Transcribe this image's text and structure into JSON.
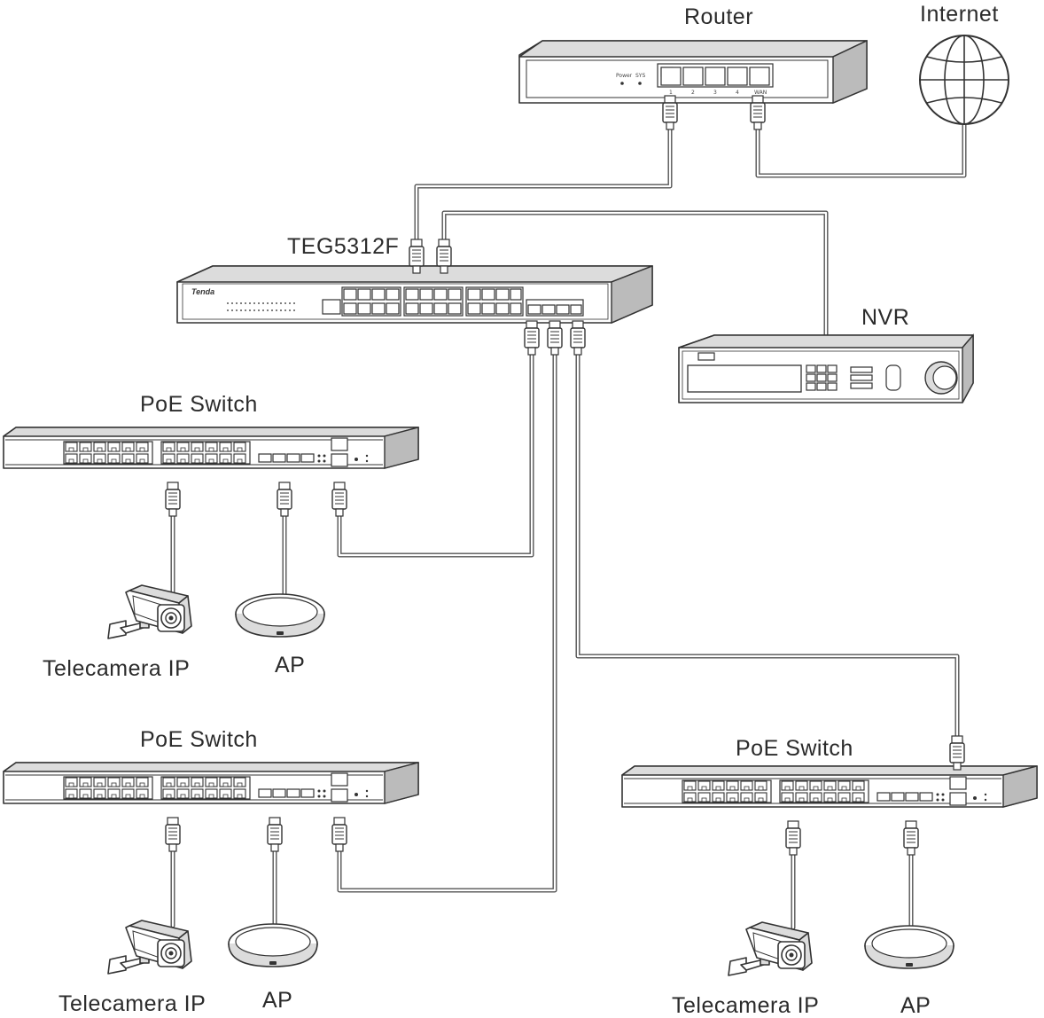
{
  "labels": {
    "router": "Router",
    "internet": "Internet",
    "core_switch": "TEG5312F",
    "nvr": "NVR",
    "poe_switch_1": "PoE Switch",
    "poe_switch_2": "PoE Switch",
    "poe_switch_3": "PoE Switch",
    "camera_1": "Telecamera IP",
    "camera_2": "Telecamera IP",
    "camera_3": "Telecamera IP",
    "ap_1": "AP",
    "ap_2": "AP",
    "ap_3": "AP"
  },
  "router_panel": {
    "power": "Power",
    "sys": "SYS",
    "port_numbers": [
      "1",
      "2",
      "3",
      "4"
    ],
    "wan": "WAN"
  },
  "core_switch_panel": {
    "brand": "Tenda"
  },
  "icons": {
    "globe": "globe-icon",
    "camera": "ip-camera-icon",
    "ap": "access-point-icon",
    "connector": "rj45-connector-icon"
  }
}
